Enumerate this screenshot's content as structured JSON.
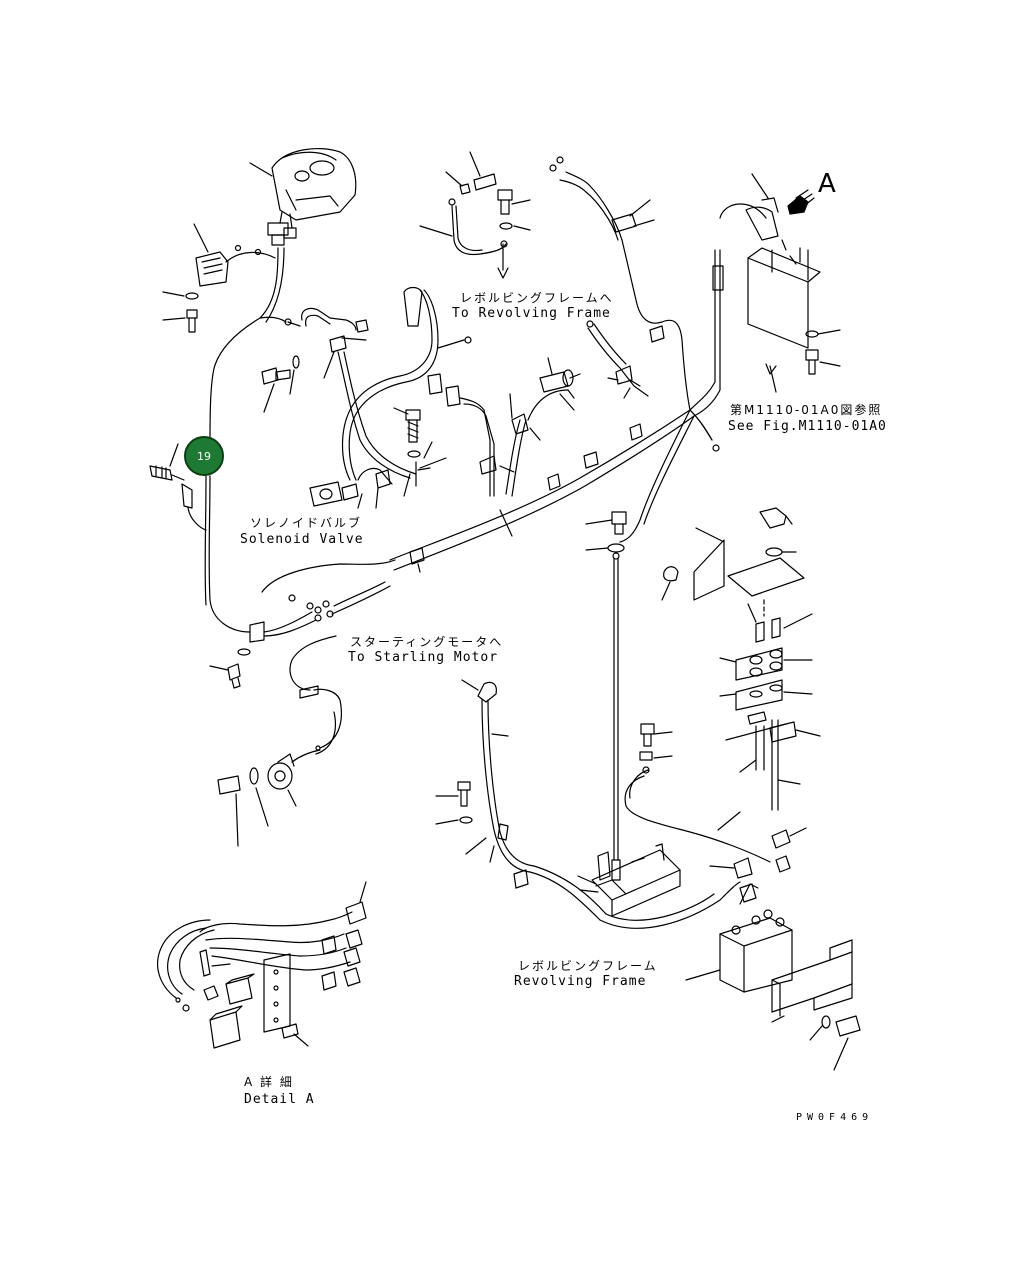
{
  "diagram": {
    "callout": {
      "number": "19",
      "color": "#1e7a32"
    },
    "view_marker": "A",
    "labels": {
      "revolving_top_jp": "レボルビングフレームへ",
      "revolving_top_en": "To Revolving Frame",
      "see_fig_jp": "第M1110-01A0図参照",
      "see_fig_en": "See Fig.M1110-01A0",
      "solenoid_jp": "ソレノイドバルブ",
      "solenoid_en": "Solenoid Valve",
      "starting_jp": "スターティングモータへ",
      "starting_en": "To Starling Motor",
      "revolving_bottom_jp": "レボルビングフレーム",
      "revolving_bottom_en": "Revolving Frame",
      "detail_jp": "A 詳 細",
      "detail_en": "Detail A",
      "drawing_code": "PW0F469"
    }
  }
}
